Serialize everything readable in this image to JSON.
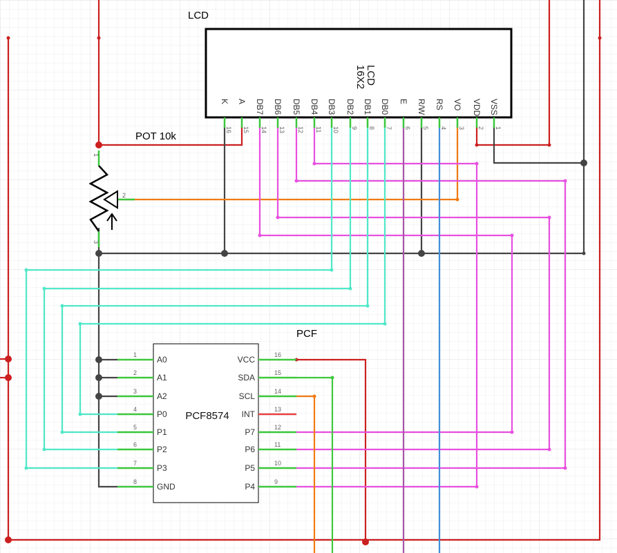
{
  "lcd": {
    "title": "LCD",
    "model_line1": "LCD",
    "model_line2": "16X2",
    "pins": [
      {
        "label": "K",
        "num": "16"
      },
      {
        "label": "A",
        "num": "15"
      },
      {
        "label": "DB7",
        "num": "14"
      },
      {
        "label": "DB6",
        "num": "13"
      },
      {
        "label": "DB5",
        "num": "12"
      },
      {
        "label": "DB4",
        "num": "11"
      },
      {
        "label": "DB3",
        "num": "10"
      },
      {
        "label": "DB2",
        "num": "9"
      },
      {
        "label": "DB1",
        "num": "8"
      },
      {
        "label": "DB0",
        "num": "7"
      },
      {
        "label": "E",
        "num": "6"
      },
      {
        "label": "R/W",
        "num": "5"
      },
      {
        "label": "RS",
        "num": "4"
      },
      {
        "label": "VO",
        "num": "3"
      },
      {
        "label": "VDD",
        "num": "2"
      },
      {
        "label": "VSS",
        "num": "1"
      }
    ]
  },
  "pot": {
    "title": "POT 10k",
    "pins": [
      "1",
      "2",
      "3"
    ]
  },
  "pcf": {
    "title": "PCF",
    "chip_name": "PCF8574",
    "left_pins": [
      {
        "label": "A0",
        "num": "1"
      },
      {
        "label": "A1",
        "num": "2"
      },
      {
        "label": "A2",
        "num": "3"
      },
      {
        "label": "P0",
        "num": "4"
      },
      {
        "label": "P1",
        "num": "5"
      },
      {
        "label": "P2",
        "num": "6"
      },
      {
        "label": "P3",
        "num": "7"
      },
      {
        "label": "GND",
        "num": "8"
      }
    ],
    "right_pins": [
      {
        "label": "VCC",
        "num": "16"
      },
      {
        "label": "SDA",
        "num": "15"
      },
      {
        "label": "SCL",
        "num": "14"
      },
      {
        "label": "INT",
        "num": "13"
      },
      {
        "label": "P7",
        "num": "12"
      },
      {
        "label": "P6",
        "num": "11"
      },
      {
        "label": "P5",
        "num": "10"
      },
      {
        "label": "P4",
        "num": "9"
      }
    ]
  },
  "colors": {
    "power": "#cc1f1f",
    "ground": "#444444",
    "data_high": "#e84fe0",
    "data_low": "#4fe8c8",
    "contrast": "#f07a12",
    "sda": "#3cc83c",
    "scl": "#f07a12",
    "enable": "#a855a8",
    "rs": "#3f8fd8",
    "int": "#e84040",
    "pin_stub": "#3cc83c"
  }
}
